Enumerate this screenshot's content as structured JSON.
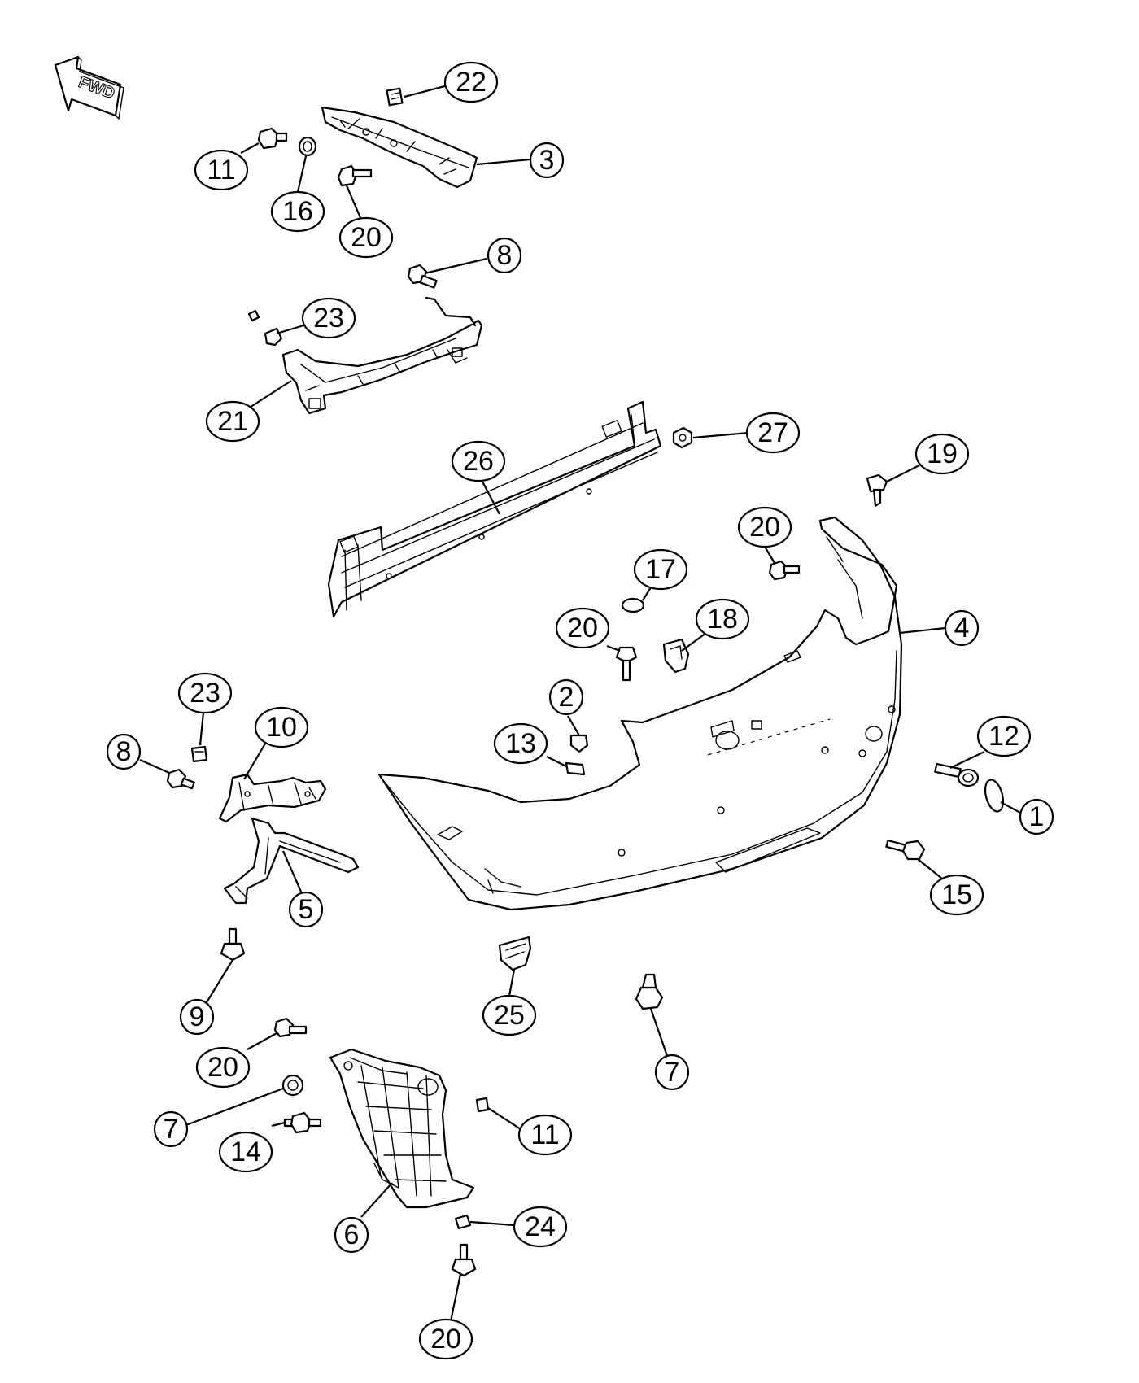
{
  "direction_marker": {
    "text": "FWD"
  },
  "callouts": [
    {
      "id": "c22",
      "number": "22"
    },
    {
      "id": "c3",
      "number": "3"
    },
    {
      "id": "c11a",
      "number": "11"
    },
    {
      "id": "c16",
      "number": "16"
    },
    {
      "id": "c20a",
      "number": "20"
    },
    {
      "id": "c8a",
      "number": "8"
    },
    {
      "id": "c23a",
      "number": "23"
    },
    {
      "id": "c21",
      "number": "21"
    },
    {
      "id": "c26",
      "number": "26"
    },
    {
      "id": "c27",
      "number": "27"
    },
    {
      "id": "c19",
      "number": "19"
    },
    {
      "id": "c20b",
      "number": "20"
    },
    {
      "id": "c17",
      "number": "17"
    },
    {
      "id": "c20c",
      "number": "20"
    },
    {
      "id": "c18",
      "number": "18"
    },
    {
      "id": "c4",
      "number": "4"
    },
    {
      "id": "c2",
      "number": "2"
    },
    {
      "id": "c13",
      "number": "13"
    },
    {
      "id": "c23b",
      "number": "23"
    },
    {
      "id": "c10",
      "number": "10"
    },
    {
      "id": "c8b",
      "number": "8"
    },
    {
      "id": "c12",
      "number": "12"
    },
    {
      "id": "c1",
      "number": "1"
    },
    {
      "id": "c5",
      "number": "5"
    },
    {
      "id": "c15",
      "number": "15"
    },
    {
      "id": "c9",
      "number": "9"
    },
    {
      "id": "c25",
      "number": "25"
    },
    {
      "id": "c7a",
      "number": "7"
    },
    {
      "id": "c20d",
      "number": "20"
    },
    {
      "id": "c7b",
      "number": "7"
    },
    {
      "id": "c11b",
      "number": "11"
    },
    {
      "id": "c14",
      "number": "14"
    },
    {
      "id": "c6",
      "number": "6"
    },
    {
      "id": "c24",
      "number": "24"
    },
    {
      "id": "c20e",
      "number": "20"
    }
  ]
}
